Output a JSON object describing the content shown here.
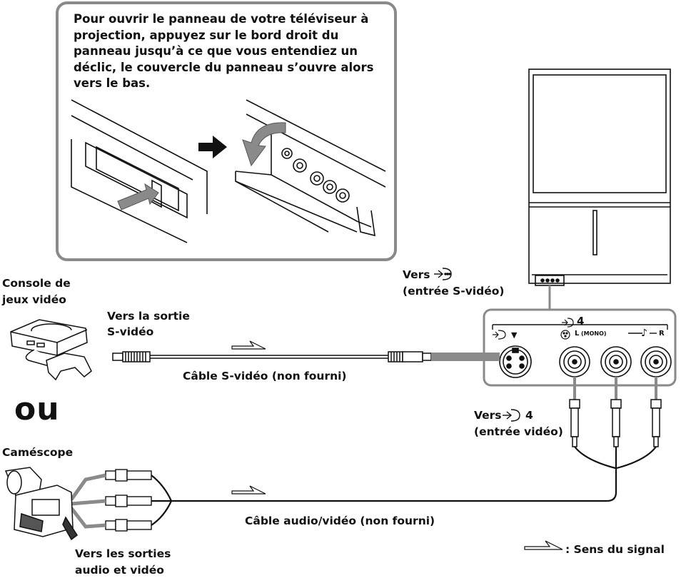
{
  "instruction": "Pour ouvrir le panneau de votre téléviseur à projection, appuyez sur le bord droit du panneau jusqu’à ce que vous entendiez un déclic, le couvercle du panneau s’ouvre alors vers le bas.",
  "labels": {
    "console_line1": "Console de",
    "console_line2": "jeux vidéo",
    "vers_sortie_line1": "Vers la sortie",
    "vers_sortie_line2": "S-vidéo",
    "cable_svideo": "Câble S-vidéo (non fourni)",
    "ou": "ou",
    "camescope": "Caméscope",
    "cable_av": "Câble audio/vidéo (non fourni)",
    "vers_sorties_line1": "Vers les sorties",
    "vers_sorties_line2": "audio et vidéo",
    "vers_svideo_prefix": "Vers",
    "vers_svideo_line2": "(entrée S-vidéo)",
    "vers_video_prefix": "Vers",
    "vers_video_number": "4",
    "vers_video_line2": "(entrée vidéo)",
    "legend": ": Sens du signal"
  },
  "panel": {
    "input_number": "4",
    "left": "L",
    "mono": "(MONO)",
    "right": "R",
    "note_symbol": "♪",
    "down_symbol": "▼"
  },
  "icons": [
    "arrow-right-icon",
    "curved-arrow-icon",
    "svideo-input-icon",
    "video-input-icon",
    "signal-direction-arrow-icon"
  ]
}
